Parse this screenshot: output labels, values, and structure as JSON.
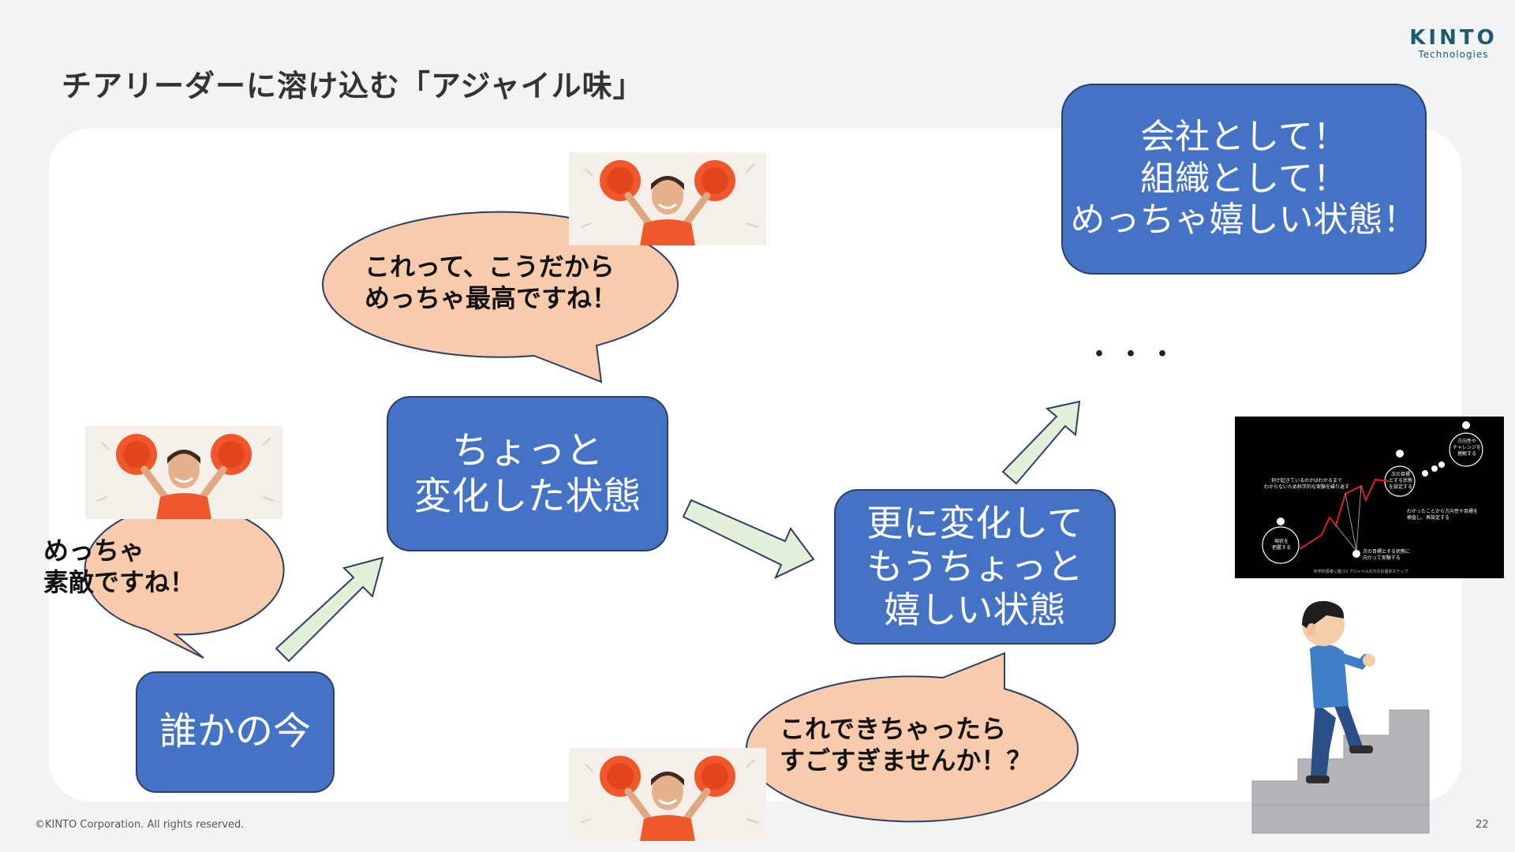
{
  "slide": {
    "title": "チアリーダーに溶け込む「アジャイル味」",
    "logo": {
      "name": "KINTO",
      "subtitle": "Technologies"
    },
    "footer": "©KINTO Corporation. All rights reserved.",
    "page_number": "22"
  },
  "boxes": {
    "current": "誰かの今",
    "small_change": "ちょっと\n変化した状態",
    "more_change": "更に変化して\nもうちょっと\n嬉しい状態",
    "company": "会社として！\n組織として！\nめっちゃ嬉しい状態！"
  },
  "bubbles": {
    "left": "めっちゃ\n素敵ですね！",
    "top": "これって、こうだから\nめっちゃ最高ですね！",
    "bottom": "これできちゃったら\nすごすぎませんか！？"
  },
  "ellipsis": "・・・",
  "diagram_thumbnail": {
    "step1": "方向性や\nチャレンジを\n理解する",
    "step2": "現状を\n把握する",
    "step3": "次の目標\nとする状態\nを設定する",
    "step4": "次の目標とする状態に\n向かって実験する",
    "note_left": "何が起きているのかはわかるまで\nわからないため科学的な実験を繰り返す",
    "note_right": "わかったことから方向性や目標を\n検査し、再設定する",
    "caption": "科学的思考に基づくアジャイルのカタの基本ステップ"
  },
  "colors": {
    "box_blue": "#4472c4",
    "bubble_peach": "#f8cbad",
    "arrow_green": "#e2f0d9",
    "pompom_orange": "#f0572a",
    "logo_teal": "#1b5c6e"
  }
}
